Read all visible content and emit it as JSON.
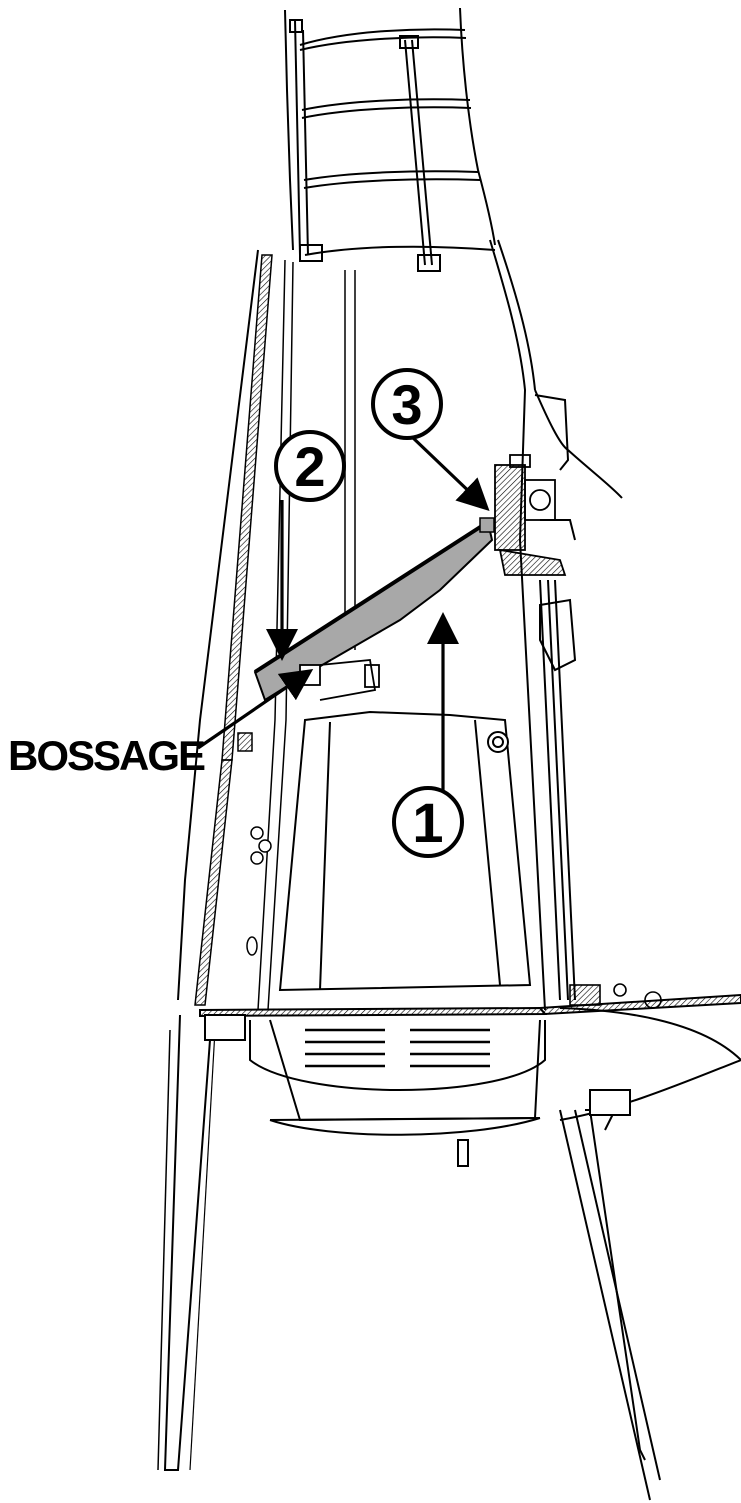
{
  "diagram": {
    "callouts": [
      {
        "id": "step-1",
        "label": "1"
      },
      {
        "id": "step-2",
        "label": "2"
      },
      {
        "id": "step-3",
        "label": "3"
      }
    ],
    "boss_label": "BOSSAGE",
    "colors": {
      "line": "#000000",
      "panel_fill": "#a8a8a8",
      "background": "#ffffff"
    }
  }
}
